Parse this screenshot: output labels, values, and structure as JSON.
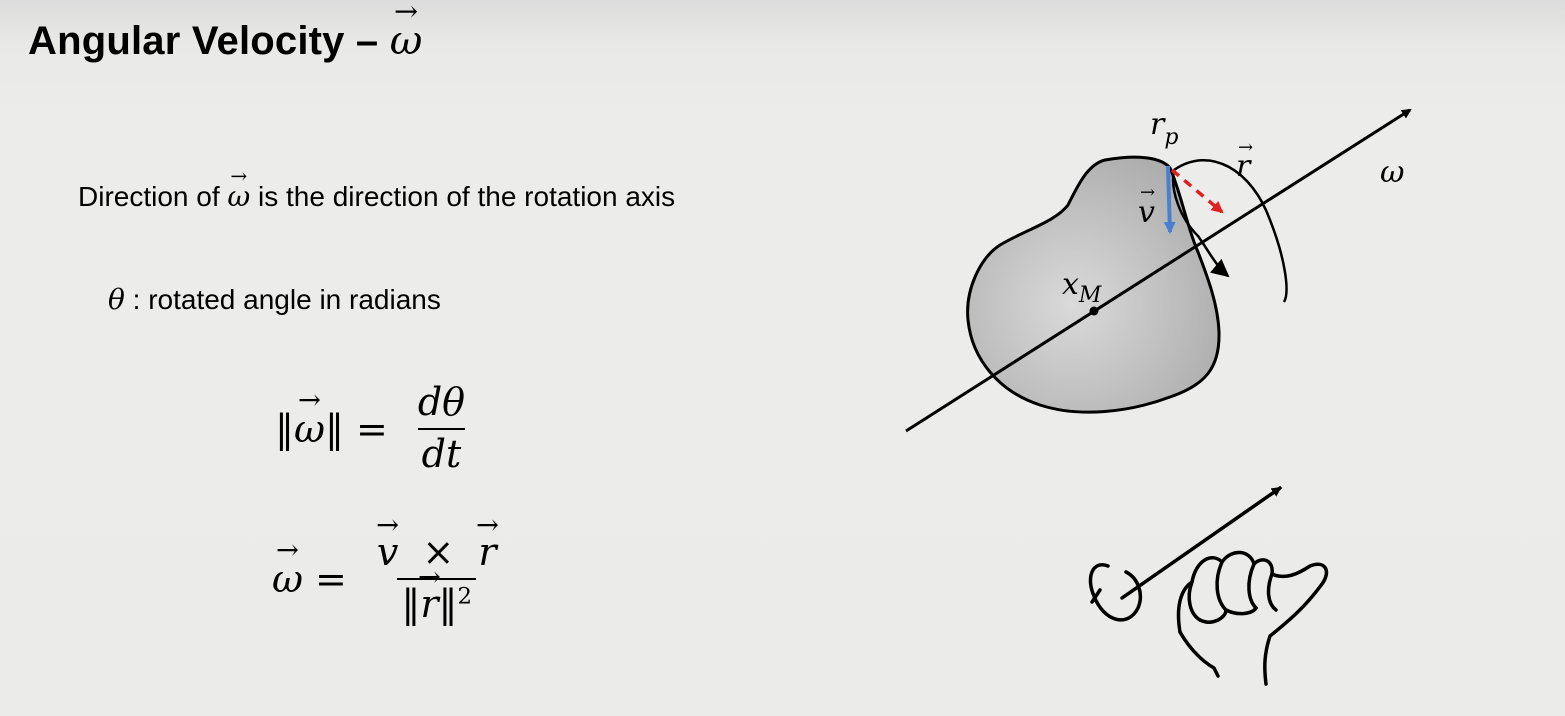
{
  "title": {
    "text": "Angular Velocity –",
    "symbol": "ω"
  },
  "statement": {
    "before": "Direction of",
    "symbol": "ω",
    "after": "is the direction of the rotation axis"
  },
  "theta_def": {
    "symbol": "θ",
    "text": ": rotated angle in radians"
  },
  "equation1": {
    "lhs_open": "‖",
    "lhs_symbol": "ω",
    "lhs_close": "‖",
    "equals": "=",
    "numerator": "dθ",
    "denominator": "dt"
  },
  "equation2": {
    "lhs_symbol": "ω",
    "equals": "=",
    "numerator": {
      "a": "v",
      "times": "×",
      "b": "r"
    },
    "denominator": {
      "open": "‖",
      "symbol": "r",
      "close": "‖",
      "exponent": "2"
    }
  },
  "diagram": {
    "labels": {
      "rp": "r",
      "rp_sub": "p",
      "r": "r",
      "omega": "ω",
      "v": "v",
      "xm": "x",
      "xm_sub": "M"
    },
    "colors": {
      "velocity": "#4a7fd0",
      "radius": "#e02020",
      "body_fill": "#b9b9b9",
      "stroke": "#000000"
    }
  },
  "icons": {
    "right_hand": "right-hand-rule-icon"
  }
}
